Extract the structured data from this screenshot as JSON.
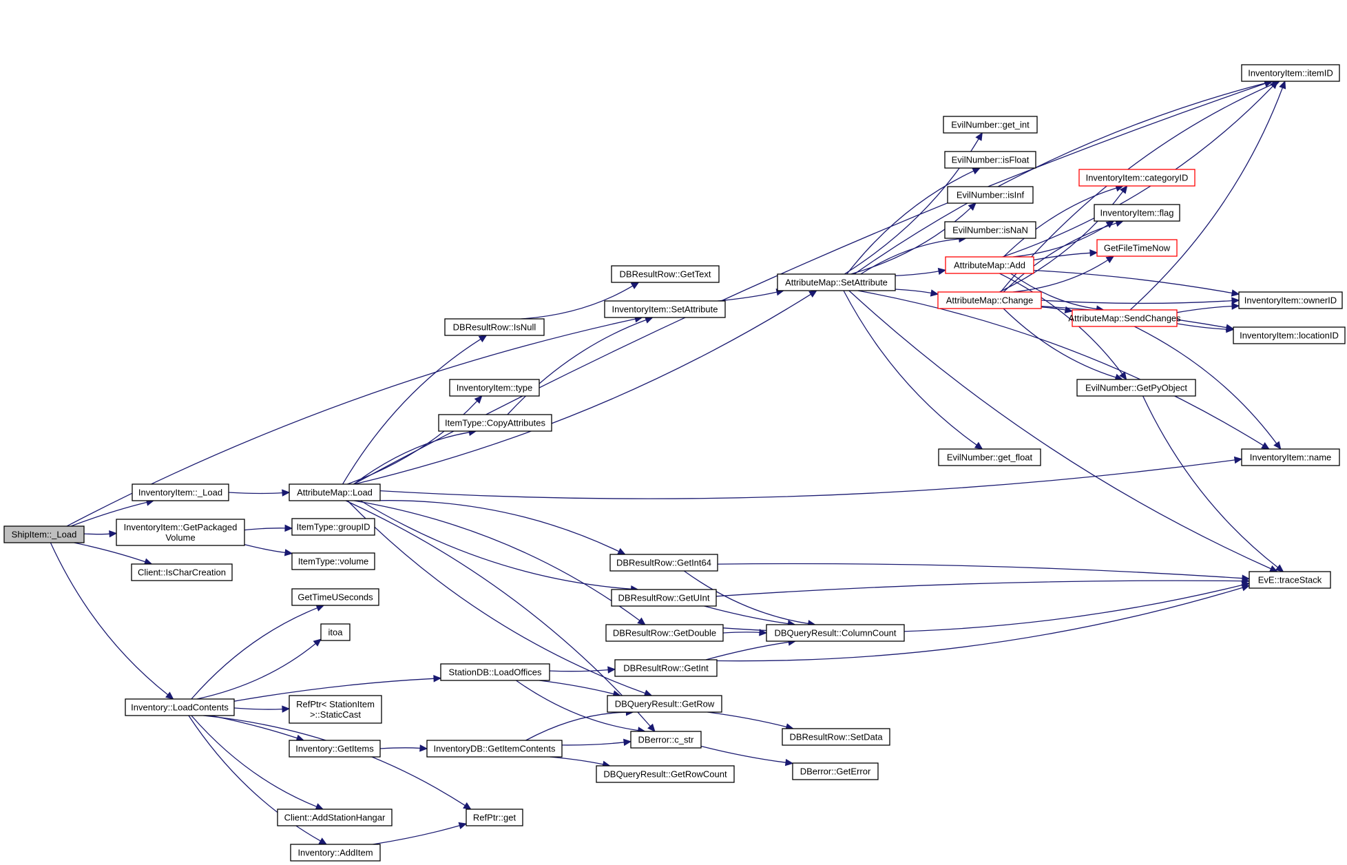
{
  "graph": {
    "nodes": [
      {
        "id": "ship_load",
        "lines": [
          "ShipItem::_Load"
        ],
        "style": "root"
      },
      {
        "id": "inv_load",
        "lines": [
          "InventoryItem::_Load"
        ]
      },
      {
        "id": "inv_getpacked",
        "lines": [
          "InventoryItem::GetPackaged",
          "Volume"
        ]
      },
      {
        "id": "client_ischar",
        "lines": [
          "Client::IsCharCreation"
        ]
      },
      {
        "id": "inventory_loadcontents",
        "lines": [
          "Inventory::LoadContents"
        ]
      },
      {
        "id": "attrmap_load",
        "lines": [
          "AttributeMap::Load"
        ]
      },
      {
        "id": "itemtype_groupid",
        "lines": [
          "ItemType::groupID"
        ]
      },
      {
        "id": "itemtype_volume",
        "lines": [
          "ItemType::volume"
        ]
      },
      {
        "id": "gettimeuseconds",
        "lines": [
          "GetTimeUSeconds"
        ]
      },
      {
        "id": "itoa",
        "lines": [
          "itoa"
        ]
      },
      {
        "id": "stationdb_loadoffices",
        "lines": [
          "StationDB::LoadOffices"
        ]
      },
      {
        "id": "refptr_staticcast",
        "lines": [
          "RefPtr< StationItem",
          ">::StaticCast"
        ]
      },
      {
        "id": "inventory_getitems",
        "lines": [
          "Inventory::GetItems"
        ]
      },
      {
        "id": "inventorydb_getitemcontents",
        "lines": [
          "InventoryDB::GetItemContents"
        ]
      },
      {
        "id": "client_addstationhangar",
        "lines": [
          "Client::AddStationHangar"
        ]
      },
      {
        "id": "refptr_get",
        "lines": [
          "RefPtr::get"
        ]
      },
      {
        "id": "inventory_additem",
        "lines": [
          "Inventory::AddItem"
        ]
      },
      {
        "id": "dbresultrow_isnull",
        "lines": [
          "DBResultRow::IsNull"
        ]
      },
      {
        "id": "inventoryitem_type",
        "lines": [
          "InventoryItem::type"
        ]
      },
      {
        "id": "itemtype_copyattributes",
        "lines": [
          "ItemType::CopyAttributes"
        ]
      },
      {
        "id": "dbresultrow_gettext",
        "lines": [
          "DBResultRow::GetText"
        ]
      },
      {
        "id": "inventoryitem_setattribute",
        "lines": [
          "InventoryItem::SetAttribute"
        ]
      },
      {
        "id": "attributemap_setattribute",
        "lines": [
          "AttributeMap::SetAttribute"
        ]
      },
      {
        "id": "dbresultrow_getint64",
        "lines": [
          "DBResultRow::GetInt64"
        ]
      },
      {
        "id": "dbresultrow_getuint",
        "lines": [
          "DBResultRow::GetUInt"
        ]
      },
      {
        "id": "dbresultrow_getdouble",
        "lines": [
          "DBResultRow::GetDouble"
        ]
      },
      {
        "id": "dbresultrow_getint",
        "lines": [
          "DBResultRow::GetInt"
        ]
      },
      {
        "id": "dbqueryresult_getrow",
        "lines": [
          "DBQueryResult::GetRow"
        ]
      },
      {
        "id": "dberror_c_str",
        "lines": [
          "DBerror::c_str"
        ]
      },
      {
        "id": "dbqueryresult_getrowcount",
        "lines": [
          "DBQueryResult::GetRowCount"
        ]
      },
      {
        "id": "dbqueryresult_columncount",
        "lines": [
          "DBQueryResult::ColumnCount"
        ]
      },
      {
        "id": "dbresultrow_setdata",
        "lines": [
          "DBResultRow::SetData"
        ]
      },
      {
        "id": "dberror_geterror",
        "lines": [
          "DBerror::GetError"
        ]
      },
      {
        "id": "evilnumber_get_int",
        "lines": [
          "EvilNumber::get_int"
        ]
      },
      {
        "id": "evilnumber_isfloat",
        "lines": [
          "EvilNumber::isFloat"
        ]
      },
      {
        "id": "evilnumber_isinf",
        "lines": [
          "EvilNumber::isInf"
        ]
      },
      {
        "id": "evilnumber_isnan",
        "lines": [
          "EvilNumber::isNaN"
        ]
      },
      {
        "id": "attributemap_add",
        "lines": [
          "AttributeMap::Add"
        ],
        "style": "red"
      },
      {
        "id": "attributemap_change",
        "lines": [
          "AttributeMap::Change"
        ],
        "style": "red"
      },
      {
        "id": "evilnumber_get_float",
        "lines": [
          "EvilNumber::get_float"
        ]
      },
      {
        "id": "inventoryitem_categoryid",
        "lines": [
          "InventoryItem::categoryID"
        ],
        "style": "red"
      },
      {
        "id": "inventoryitem_flag",
        "lines": [
          "InventoryItem::flag"
        ]
      },
      {
        "id": "getfiletimenow",
        "lines": [
          "GetFileTimeNow"
        ],
        "style": "red"
      },
      {
        "id": "attributemap_sendchanges",
        "lines": [
          "AttributeMap::SendChanges"
        ],
        "style": "red"
      },
      {
        "id": "evilnumber_getpyobject",
        "lines": [
          "EvilNumber::GetPyObject"
        ]
      },
      {
        "id": "inventoryitem_itemid",
        "lines": [
          "InventoryItem::itemID"
        ]
      },
      {
        "id": "inventoryitem_ownerid",
        "lines": [
          "InventoryItem::ownerID"
        ]
      },
      {
        "id": "inventoryitem_locationid",
        "lines": [
          "InventoryItem::locationID"
        ]
      },
      {
        "id": "inventoryitem_name",
        "lines": [
          "InventoryItem::name"
        ]
      },
      {
        "id": "eve_tracestack",
        "lines": [
          "EvE::traceStack"
        ]
      }
    ],
    "edges": [
      [
        "ship_load",
        "inv_load"
      ],
      [
        "ship_load",
        "inv_getpacked"
      ],
      [
        "ship_load",
        "client_ischar"
      ],
      [
        "ship_load",
        "inventory_loadcontents"
      ],
      [
        "ship_load",
        "inventoryitem_setattribute"
      ],
      [
        "inv_load",
        "attrmap_load"
      ],
      [
        "inv_getpacked",
        "itemtype_groupid"
      ],
      [
        "inv_getpacked",
        "itemtype_volume"
      ],
      [
        "inventory_loadcontents",
        "gettimeuseconds"
      ],
      [
        "inventory_loadcontents",
        "itoa"
      ],
      [
        "inventory_loadcontents",
        "stationdb_loadoffices"
      ],
      [
        "inventory_loadcontents",
        "refptr_staticcast"
      ],
      [
        "inventory_loadcontents",
        "inventory_getitems"
      ],
      [
        "inventory_loadcontents",
        "client_addstationhangar"
      ],
      [
        "inventory_loadcontents",
        "refptr_get"
      ],
      [
        "inventory_loadcontents",
        "inventory_additem"
      ],
      [
        "inventory_getitems",
        "inventorydb_getitemcontents"
      ],
      [
        "inventory_additem",
        "refptr_get"
      ],
      [
        "inventorydb_getitemcontents",
        "dbqueryresult_getrow"
      ],
      [
        "inventorydb_getitemcontents",
        "dberror_c_str"
      ],
      [
        "inventorydb_getitemcontents",
        "dbqueryresult_getrowcount"
      ],
      [
        "stationdb_loadoffices",
        "dbresultrow_getint"
      ],
      [
        "stationdb_loadoffices",
        "dbqueryresult_getrow"
      ],
      [
        "stationdb_loadoffices",
        "dberror_c_str"
      ],
      [
        "attrmap_load",
        "dbresultrow_isnull"
      ],
      [
        "attrmap_load",
        "inventoryitem_type"
      ],
      [
        "attrmap_load",
        "itemtype_copyattributes"
      ],
      [
        "attrmap_load",
        "attributemap_setattribute"
      ],
      [
        "attrmap_load",
        "inventoryitem_itemid"
      ],
      [
        "attrmap_load",
        "inventoryitem_name"
      ],
      [
        "attrmap_load",
        "dbresultrow_getint64"
      ],
      [
        "attrmap_load",
        "dbresultrow_getuint"
      ],
      [
        "attrmap_load",
        "dbresultrow_getdouble"
      ],
      [
        "attrmap_load",
        "dbqueryresult_getrow"
      ],
      [
        "attrmap_load",
        "dberror_c_str"
      ],
      [
        "dbresultrow_isnull",
        "dbresultrow_gettext"
      ],
      [
        "itemtype_copyattributes",
        "inventoryitem_setattribute"
      ],
      [
        "inventoryitem_setattribute",
        "attributemap_setattribute"
      ],
      [
        "attributemap_setattribute",
        "inventoryitem_itemid"
      ],
      [
        "attributemap_setattribute",
        "evilnumber_get_int"
      ],
      [
        "attributemap_setattribute",
        "evilnumber_isfloat"
      ],
      [
        "attributemap_setattribute",
        "evilnumber_isinf"
      ],
      [
        "attributemap_setattribute",
        "evilnumber_isnan"
      ],
      [
        "attributemap_setattribute",
        "attributemap_add"
      ],
      [
        "attributemap_setattribute",
        "attributemap_change"
      ],
      [
        "attributemap_setattribute",
        "evilnumber_get_float"
      ],
      [
        "attributemap_setattribute",
        "inventoryitem_name"
      ],
      [
        "attributemap_setattribute",
        "eve_tracestack"
      ],
      [
        "attributemap_add",
        "inventoryitem_categoryid"
      ],
      [
        "attributemap_add",
        "inventoryitem_flag"
      ],
      [
        "attributemap_add",
        "getfiletimenow"
      ],
      [
        "attributemap_add",
        "attributemap_sendchanges"
      ],
      [
        "attributemap_add",
        "evilnumber_getpyobject"
      ],
      [
        "attributemap_add",
        "inventoryitem_itemid"
      ],
      [
        "attributemap_add",
        "inventoryitem_ownerid"
      ],
      [
        "attributemap_change",
        "inventoryitem_categoryid"
      ],
      [
        "attributemap_change",
        "inventoryitem_flag"
      ],
      [
        "attributemap_change",
        "getfiletimenow"
      ],
      [
        "attributemap_change",
        "attributemap_sendchanges"
      ],
      [
        "attributemap_change",
        "evilnumber_getpyobject"
      ],
      [
        "attributemap_change",
        "inventoryitem_itemid"
      ],
      [
        "attributemap_change",
        "inventoryitem_ownerid"
      ],
      [
        "attributemap_change",
        "inventoryitem_locationid"
      ],
      [
        "attributemap_sendchanges",
        "inventoryitem_itemid"
      ],
      [
        "attributemap_sendchanges",
        "inventoryitem_ownerid"
      ],
      [
        "attributemap_sendchanges",
        "inventoryitem_locationid"
      ],
      [
        "attributemap_sendchanges",
        "inventoryitem_name"
      ],
      [
        "evilnumber_getpyobject",
        "eve_tracestack"
      ],
      [
        "dbresultrow_getint64",
        "eve_tracestack"
      ],
      [
        "dbresultrow_getint64",
        "dbqueryresult_columncount"
      ],
      [
        "dbresultrow_getuint",
        "eve_tracestack"
      ],
      [
        "dbresultrow_getuint",
        "dbqueryresult_columncount"
      ],
      [
        "dbresultrow_getdouble",
        "dbqueryresult_columncount"
      ],
      [
        "dbresultrow_getdouble",
        "eve_tracestack"
      ],
      [
        "dbresultrow_getint",
        "dbqueryresult_columncount"
      ],
      [
        "dbresultrow_getint",
        "eve_tracestack"
      ],
      [
        "dbqueryresult_getrow",
        "dbresultrow_setdata"
      ],
      [
        "dberror_c_str",
        "dberror_geterror"
      ]
    ]
  }
}
